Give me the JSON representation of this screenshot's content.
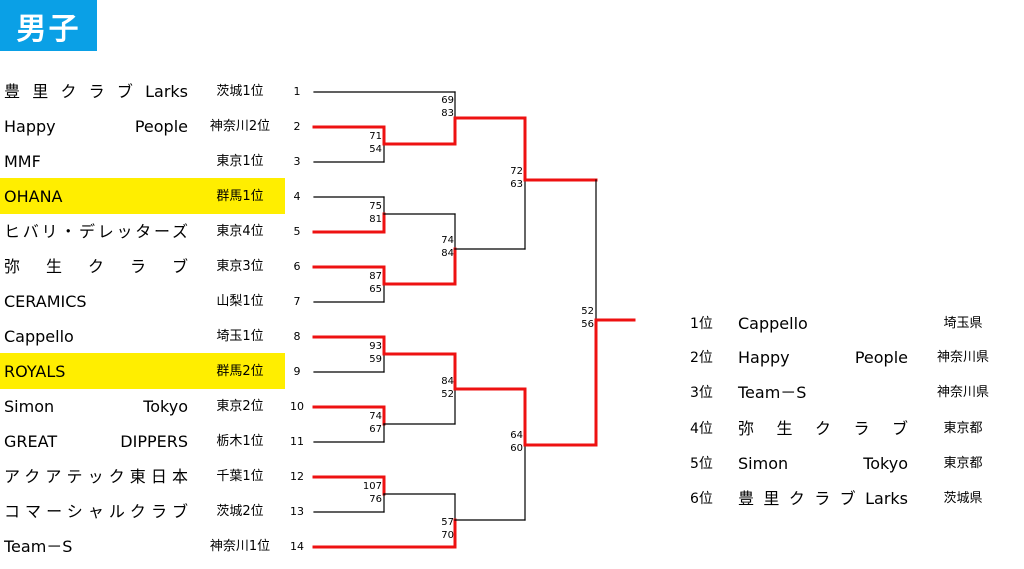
{
  "title": "男子",
  "teams": [
    {
      "name": "豊里クラブLarks",
      "pref": "茨城1位",
      "seed": "1",
      "hl": false
    },
    {
      "name": "Happy People",
      "pref": "神奈川2位",
      "seed": "2",
      "hl": false
    },
    {
      "name": "MMF",
      "pref": "東京1位",
      "seed": "3",
      "hl": false
    },
    {
      "name": "OHANA",
      "pref": "群馬1位",
      "seed": "4",
      "hl": true
    },
    {
      "name": "ヒバリ・デレッターズ",
      "pref": "東京4位",
      "seed": "5",
      "hl": false
    },
    {
      "name": "弥生クラブ",
      "pref": "東京3位",
      "seed": "6",
      "hl": false
    },
    {
      "name": "CERAMICS",
      "pref": "山梨1位",
      "seed": "7",
      "hl": false
    },
    {
      "name": "Cappello",
      "pref": "埼玉1位",
      "seed": "8",
      "hl": false
    },
    {
      "name": "ROYALS",
      "pref": "群馬2位",
      "seed": "9",
      "hl": true
    },
    {
      "name": "Simon Tokyo",
      "pref": "東京2位",
      "seed": "10",
      "hl": false
    },
    {
      "name": "GREAT DIPPERS",
      "pref": "栃木1位",
      "seed": "11",
      "hl": false
    },
    {
      "name": "アクアテック東日本",
      "pref": "千葉1位",
      "seed": "12",
      "hl": false
    },
    {
      "name": "コマーシャルクラブ",
      "pref": "茨城2位",
      "seed": "13",
      "hl": false
    },
    {
      "name": "Team－S",
      "pref": "神奈川1位",
      "seed": "14",
      "hl": false
    }
  ],
  "scores": [
    {
      "top": "71",
      "bottom": "54"
    },
    {
      "top": "75",
      "bottom": "81"
    },
    {
      "top": "87",
      "bottom": "65"
    },
    {
      "top": "93",
      "bottom": "59"
    },
    {
      "top": "74",
      "bottom": "67"
    },
    {
      "top": "107",
      "bottom": "76"
    },
    {
      "top": "69",
      "bottom": "83"
    },
    {
      "top": "74",
      "bottom": "84"
    },
    {
      "top": "84",
      "bottom": "52"
    },
    {
      "top": "57",
      "bottom": "70"
    },
    {
      "top": "72",
      "bottom": "63"
    },
    {
      "top": "64",
      "bottom": "60"
    },
    {
      "top": "52",
      "bottom": "56"
    }
  ],
  "ranking": [
    {
      "pos": "1位",
      "team": "Cappello",
      "pref": "埼玉県"
    },
    {
      "pos": "2位",
      "team": "Happy People",
      "pref": "神奈川県"
    },
    {
      "pos": "3位",
      "team": "Team－S",
      "pref": "神奈川県"
    },
    {
      "pos": "4位",
      "team": "弥生クラブ",
      "pref": "東京都"
    },
    {
      "pos": "5位",
      "team": "Simon Tokyo",
      "pref": "東京都"
    },
    {
      "pos": "6位",
      "team": "豊里クラブLarks",
      "pref": "茨城県"
    }
  ],
  "colors": {
    "badge": "#0aa0e6",
    "highlight": "#ffee00",
    "winner_line": "#ee1111",
    "line": "#000000"
  }
}
